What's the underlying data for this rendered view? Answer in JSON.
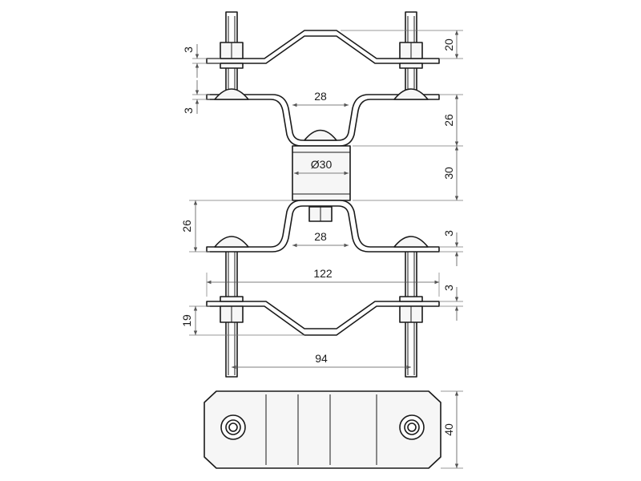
{
  "dimensions": {
    "top_plate_thickness": "3",
    "top_bracket_height": "20",
    "mid_plate_thickness": "3",
    "upper_saddle_width": "28",
    "upper_saddle_height": "26",
    "pipe_diameter": "Ø30",
    "pipe_length": "30",
    "lower_saddle_height": "26",
    "lower_saddle_width": "28",
    "lower_mid_plate_thickness": "3",
    "overall_width": "122",
    "bottom_plate_thickness": "3",
    "bottom_bracket_height": "19",
    "bolt_spacing": "94",
    "plate_width": "40"
  },
  "colors": {
    "line": "#1a1a1a",
    "dimension": "#555555",
    "fill": "#f6f6f6"
  }
}
